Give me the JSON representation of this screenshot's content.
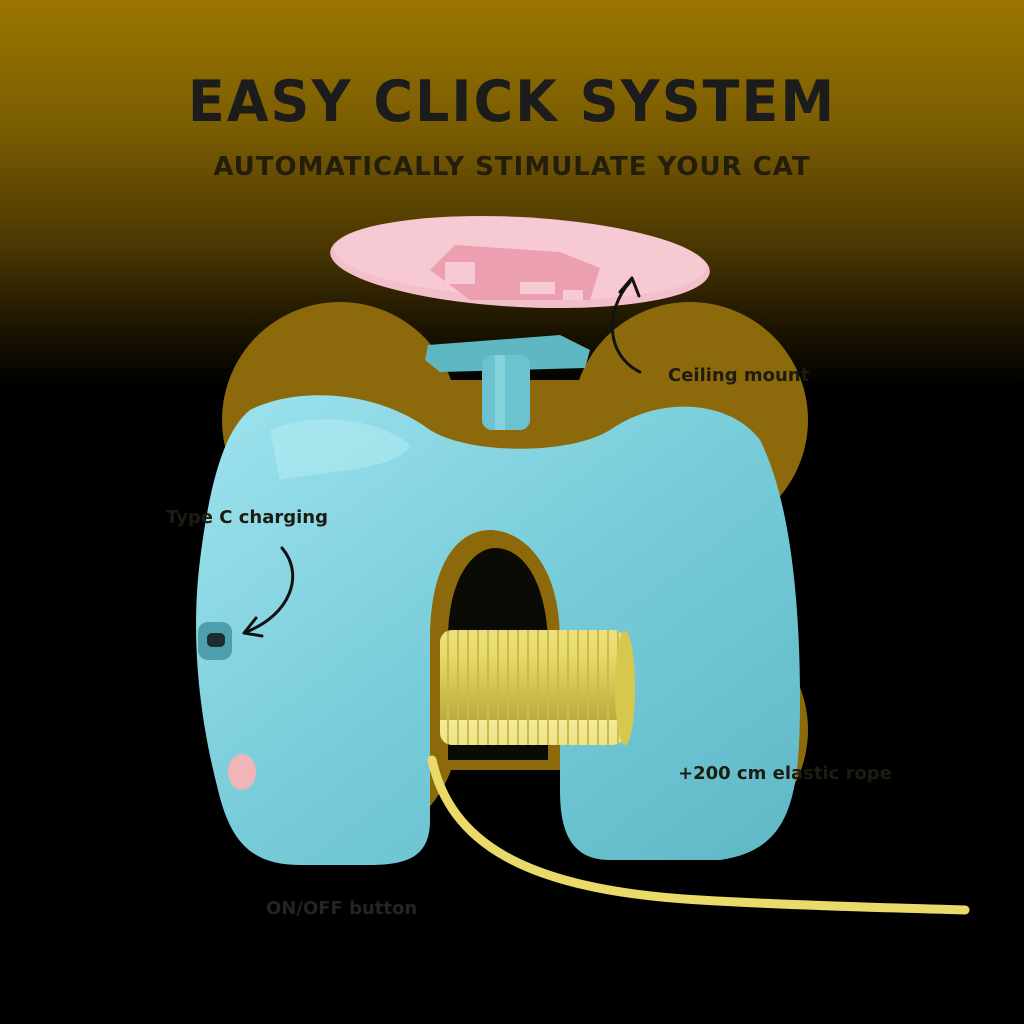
{
  "header": {
    "title": "EASY CLICK SYSTEM",
    "subtitle": "AUTOMATICALLY STIMULATE YOUR CAT"
  },
  "callouts": {
    "ceiling_mount": "Ceiling mount",
    "type_c_charging": "Type C charging",
    "elastic_rope": "+200 cm elastic rope",
    "on_off_button": "ON/OFF button"
  },
  "colors": {
    "gold": "#9a7600",
    "background": "#000000",
    "device_blue": "#7fd3e0",
    "mount_pink": "#f2b9c6",
    "rope_yellow": "#ece07c",
    "blob": "#8c6a0c"
  }
}
